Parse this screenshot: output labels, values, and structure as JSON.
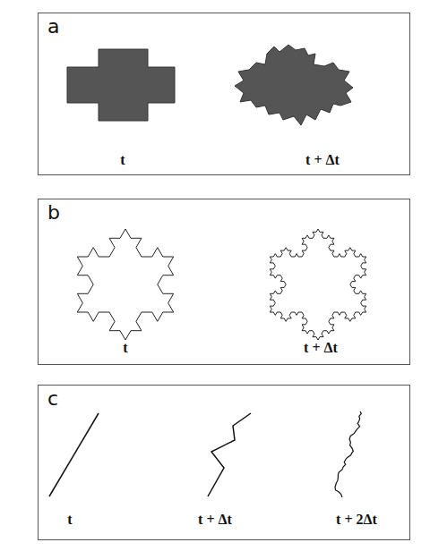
{
  "diagram": {
    "nodes": [
      {
        "text": [
          "a"
        ]
      },
      {
        "text": [
          "b"
        ]
      },
      {
        "text": [
          "c"
        ]
      }
    ],
    "labels": [
      "t",
      "t + Δt",
      "t",
      "t + Δt",
      "t",
      "t + Δt",
      "t + 2Δt"
    ]
  }
}
